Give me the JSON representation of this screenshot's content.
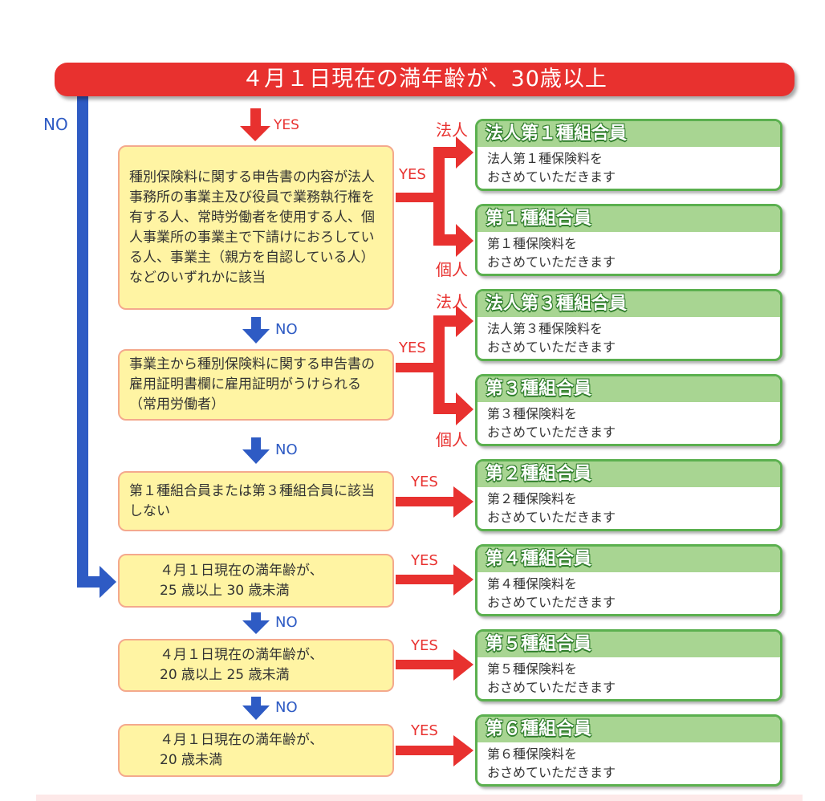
{
  "header": {
    "title": "４月１日現在の満年齢が、30歳以上"
  },
  "labels": {
    "yes": "YES",
    "no": "NO",
    "corp": "法人",
    "indiv": "個人"
  },
  "questions": [
    "種別保険料に関する申告書の内容が法人事務所の事業主及び役員で業務執行権を有する人、常時労働者を使用する人、個人事業所の事業主で下請けにおろしている人、事業主（親方を自認している人）などのいずれかに該当",
    "事業主から種別保険料に関する申告書の雇用証明書欄に雇用証明がうけられる（常用労働者）",
    "第１種組合員または第３種組合員に該当しない",
    "４月１日現在の満年齢が、\n25 歳以上 30 歳未満",
    "４月１日現在の満年齢が、\n20 歳以上 25 歳未満",
    "４月１日現在の満年齢が、\n20 歳未満"
  ],
  "results": [
    {
      "title": "法人第１種組合員",
      "line1": "法人第１種保険料を",
      "line2": "おさめていただきます"
    },
    {
      "title": "第１種組合員",
      "line1": "第１種保険料を",
      "line2": "おさめていただきます"
    },
    {
      "title": "法人第３種組合員",
      "line1": "法人第３種保険料を",
      "line2": "おさめていただきます"
    },
    {
      "title": "第３種組合員",
      "line1": "第３種保険料を",
      "line2": "おさめていただきます"
    },
    {
      "title": "第２種組合員",
      "line1": "第２種保険料を",
      "line2": "おさめていただきます"
    },
    {
      "title": "第４種組合員",
      "line1": "第４種保険料を",
      "line2": "おさめていただきます"
    },
    {
      "title": "第５種組合員",
      "line1": "第５種保険料を",
      "line2": "おさめていただきます"
    },
    {
      "title": "第６種組合員",
      "line1": "第６種保険料を",
      "line2": "おさめていただきます"
    }
  ],
  "colors": {
    "red": "#e8312f",
    "blue": "#2e5bc4",
    "green": "#5bb04f",
    "yellow": "#fff4a3"
  }
}
